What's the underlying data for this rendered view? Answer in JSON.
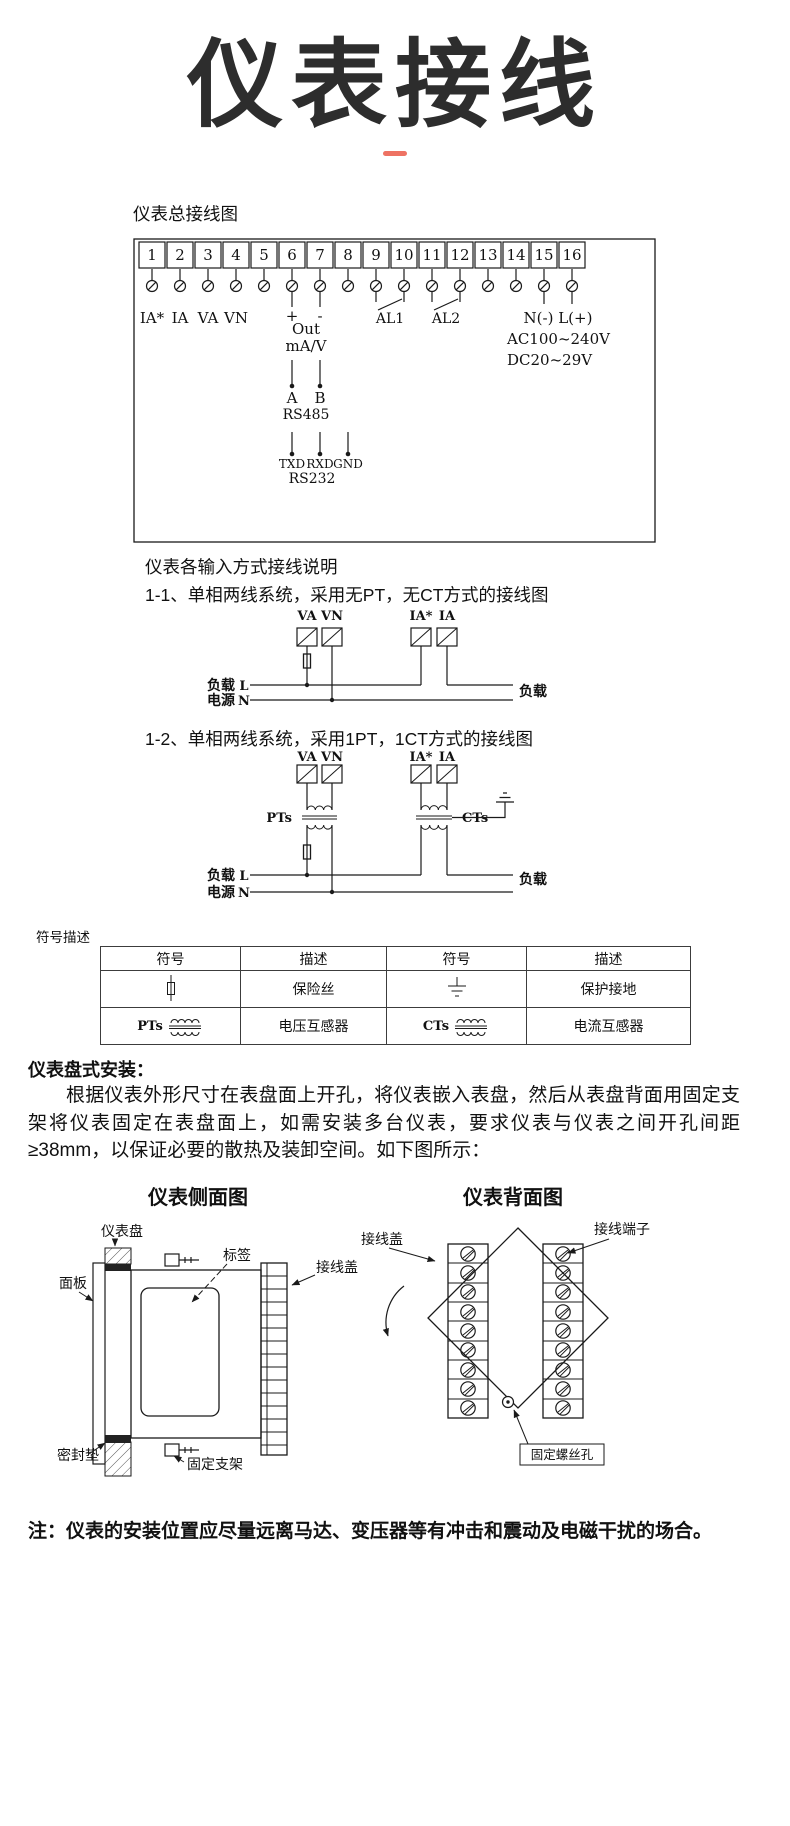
{
  "page": {
    "title": "仪表接线",
    "accent_color": "#ee7263",
    "footer_note": "注：仪表的安装位置应尽量远离马达、变压器等有冲击和震动及电磁干扰的场合。"
  },
  "overview": {
    "heading": "仪表总接线图",
    "terminals": [
      "1",
      "2",
      "3",
      "4",
      "5",
      "6",
      "7",
      "8",
      "9",
      "10",
      "11",
      "12",
      "13",
      "14",
      "15",
      "16"
    ],
    "labels": {
      "t1": "IA*",
      "t2": "IA",
      "t3": "VA",
      "t4": "VN",
      "plus": "+",
      "minus": "-",
      "out": "Out",
      "out_unit": "mA/V",
      "rs485_a": "A",
      "rs485_b": "B",
      "rs485": "RS485",
      "txd": "TXD",
      "rxd": "RXD",
      "gnd": "GND",
      "rs232": "RS232",
      "al1": "AL1",
      "al2": "AL2",
      "power_terminals": "N(-) L(+)",
      "ac_range": "AC100~240V",
      "dc_range": "DC20~29V"
    }
  },
  "modes": {
    "heading": "仪表各输入方式接线说明",
    "diagram1": {
      "title": "1-1、单相两线系统，采用无PT，无CT方式的接线图",
      "terminals": [
        "VA",
        "VN",
        "IA*",
        "IA"
      ],
      "load_left": "负载",
      "line_live": "L",
      "source": "电源",
      "line_neutral": "N",
      "load_right": "负载"
    },
    "diagram2": {
      "title": "1-2、单相两线系统，采用1PT，1CT方式的接线图",
      "terminals": [
        "VA",
        "VN",
        "IA*",
        "IA"
      ],
      "pt_label": "PTs",
      "ct_label": "CTs",
      "load_left": "负载",
      "line_live": "L",
      "source": "电源",
      "line_neutral": "N",
      "load_right": "负载"
    }
  },
  "symbols": {
    "heading": "符号描述",
    "headers": [
      "符号",
      "描述",
      "符号",
      "描述"
    ],
    "rows": [
      {
        "desc1": "保险丝",
        "desc2": "保护接地"
      },
      {
        "sym1": "PTs",
        "desc1": "电压互感器",
        "sym2": "CTs",
        "desc2": "电流互感器"
      }
    ]
  },
  "install": {
    "heading": "仪表盘式安装：",
    "body": "根据仪表外形尺寸在表盘面上开孔，将仪表嵌入表盘，然后从表盘背面用固定支架将仪表固定在表盘面上，如需安装多台仪表，要求仪表与仪表之间开孔间距≥38mm，以保证必要的散热及装卸空间。如下图所示：",
    "side_view": {
      "title": "仪表侧面图",
      "labels": {
        "panel_board": "仪表盘",
        "sticker": "标签",
        "front_panel": "面板",
        "wiring_cover": "接线盖",
        "seal": "密封垫",
        "bracket": "固定支架"
      }
    },
    "back_view": {
      "title": "仪表背面图",
      "labels": {
        "wiring_cover": "接线盖",
        "terminal_block": "接线端子",
        "screw_hole": "固定螺丝孔"
      }
    }
  }
}
